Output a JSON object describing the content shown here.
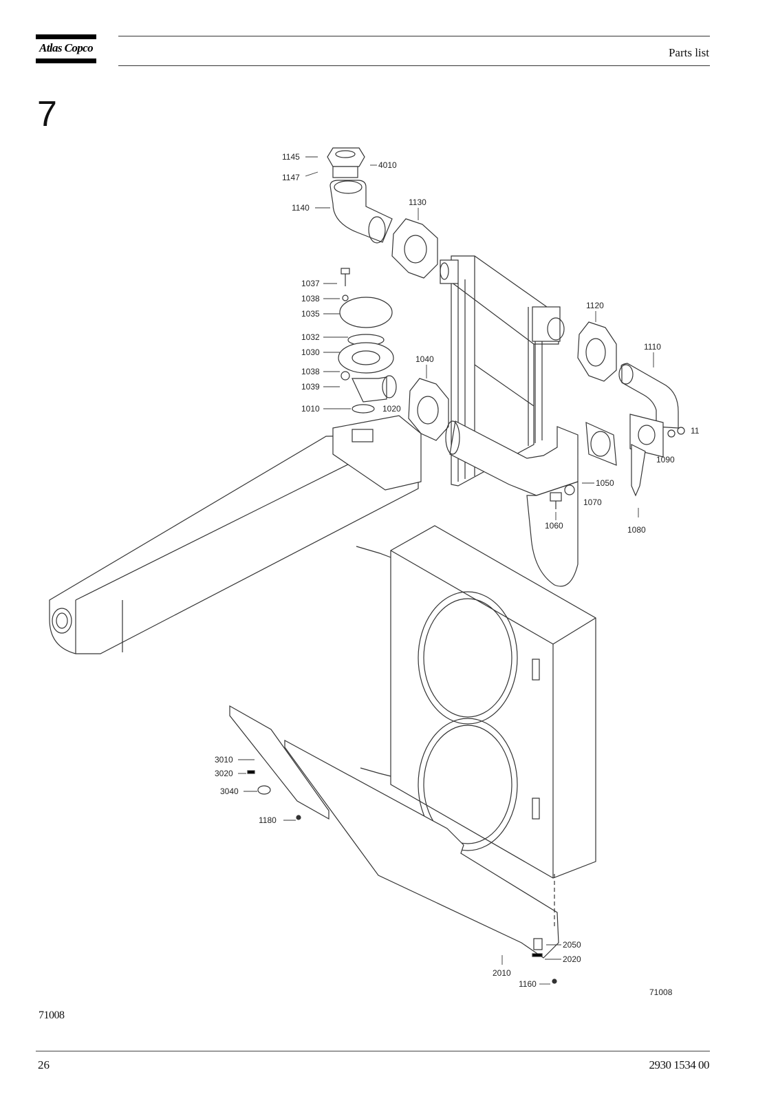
{
  "header": {
    "logo_text": "Atlas Copco",
    "title": "Parts list"
  },
  "section": {
    "number": "7"
  },
  "figure": {
    "image_code": "71008",
    "callouts": {
      "c1145": "1145",
      "c1147": "1147",
      "c4010": "4010",
      "c1140": "1140",
      "c1130": "1130",
      "c1037": "1037",
      "c1038a": "1038",
      "c1035": "1035",
      "c1032": "1032",
      "c1030": "1030",
      "c1038b": "1038",
      "c1039": "1039",
      "c1010": "1010",
      "c1020": "1020",
      "c1040": "1040",
      "c1120": "1120",
      "c1110": "1110",
      "c11x": "11",
      "c1090": "1090",
      "c1050": "1050",
      "c1070": "1070",
      "c1060": "1060",
      "c1080": "1080",
      "c3010": "3010",
      "c3020": "3020",
      "c3040": "3040",
      "c1180": "1180",
      "c2050": "2050",
      "c2020": "2020",
      "c2010": "2010",
      "c1160": "1160"
    }
  },
  "caption": {
    "figure_code": "71008"
  },
  "footer": {
    "page_number": "26",
    "document_number": "2930 1534 00"
  }
}
